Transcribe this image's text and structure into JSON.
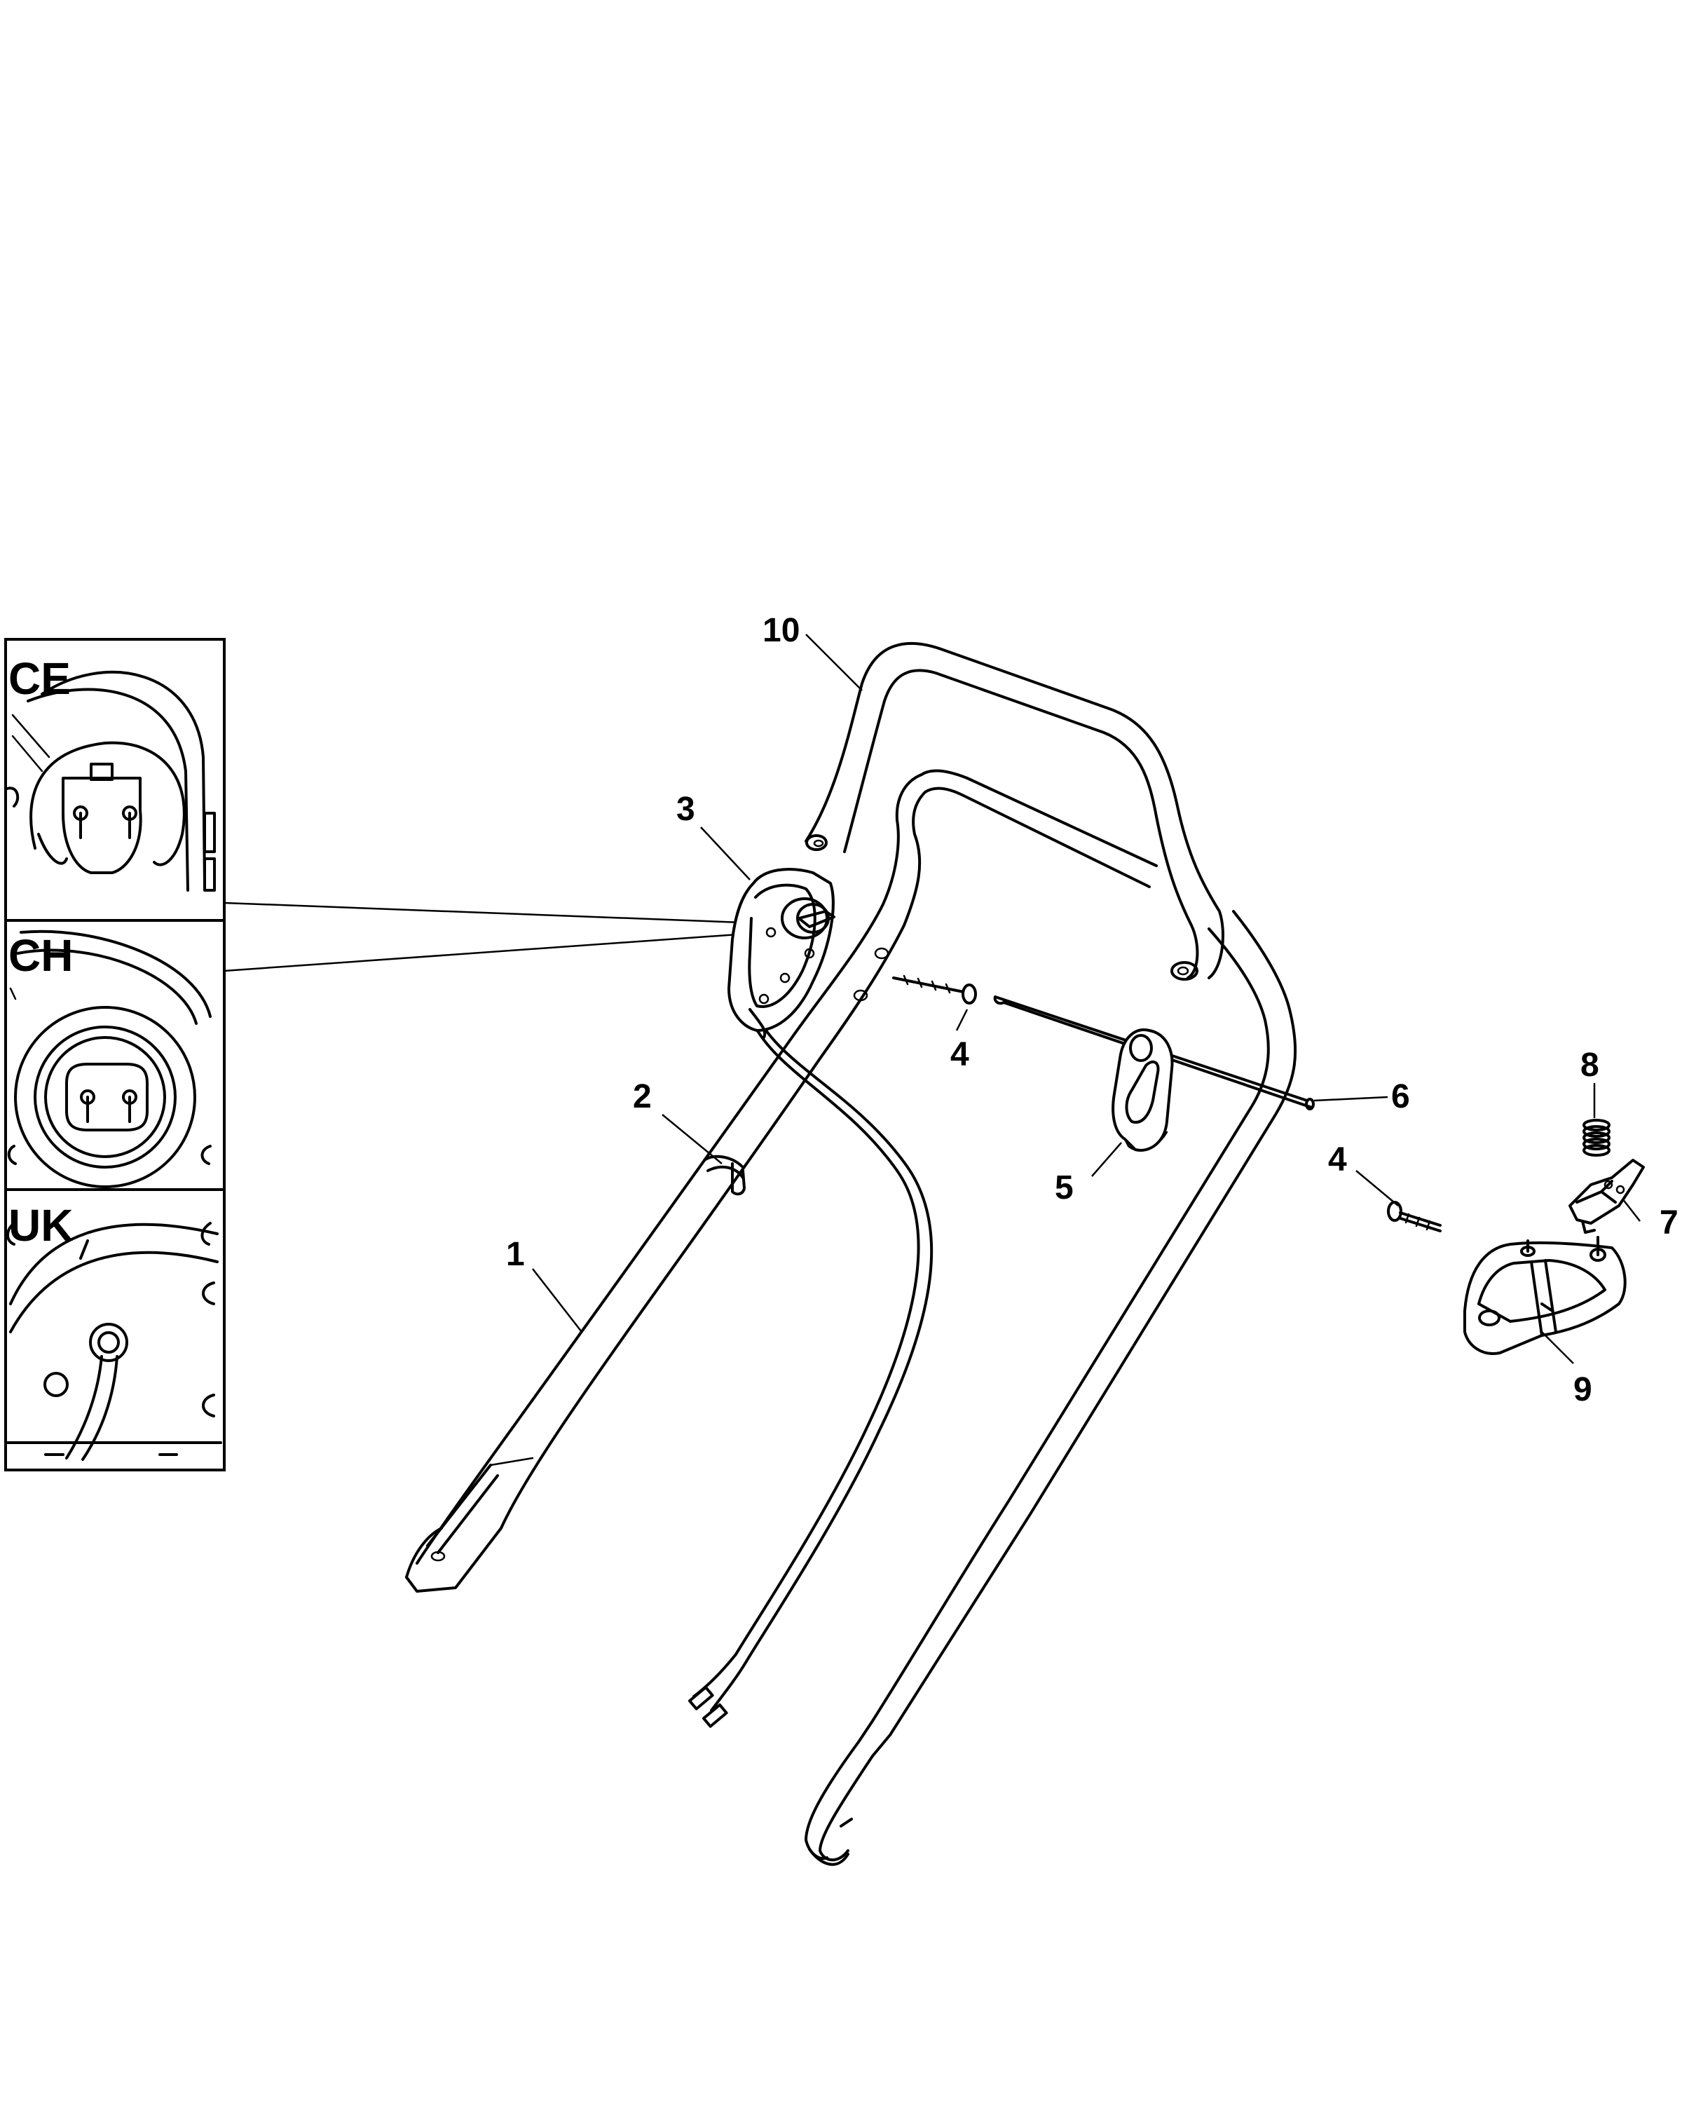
{
  "callouts": {
    "c1": "1",
    "c2": "2",
    "c3": "3",
    "c4a": "4",
    "c4b": "4",
    "c5": "5",
    "c6": "6",
    "c7": "7",
    "c8": "8",
    "c9": "9",
    "c10": "10"
  },
  "insets": {
    "ce": "CE",
    "ch": "CH",
    "uk": "UK"
  }
}
